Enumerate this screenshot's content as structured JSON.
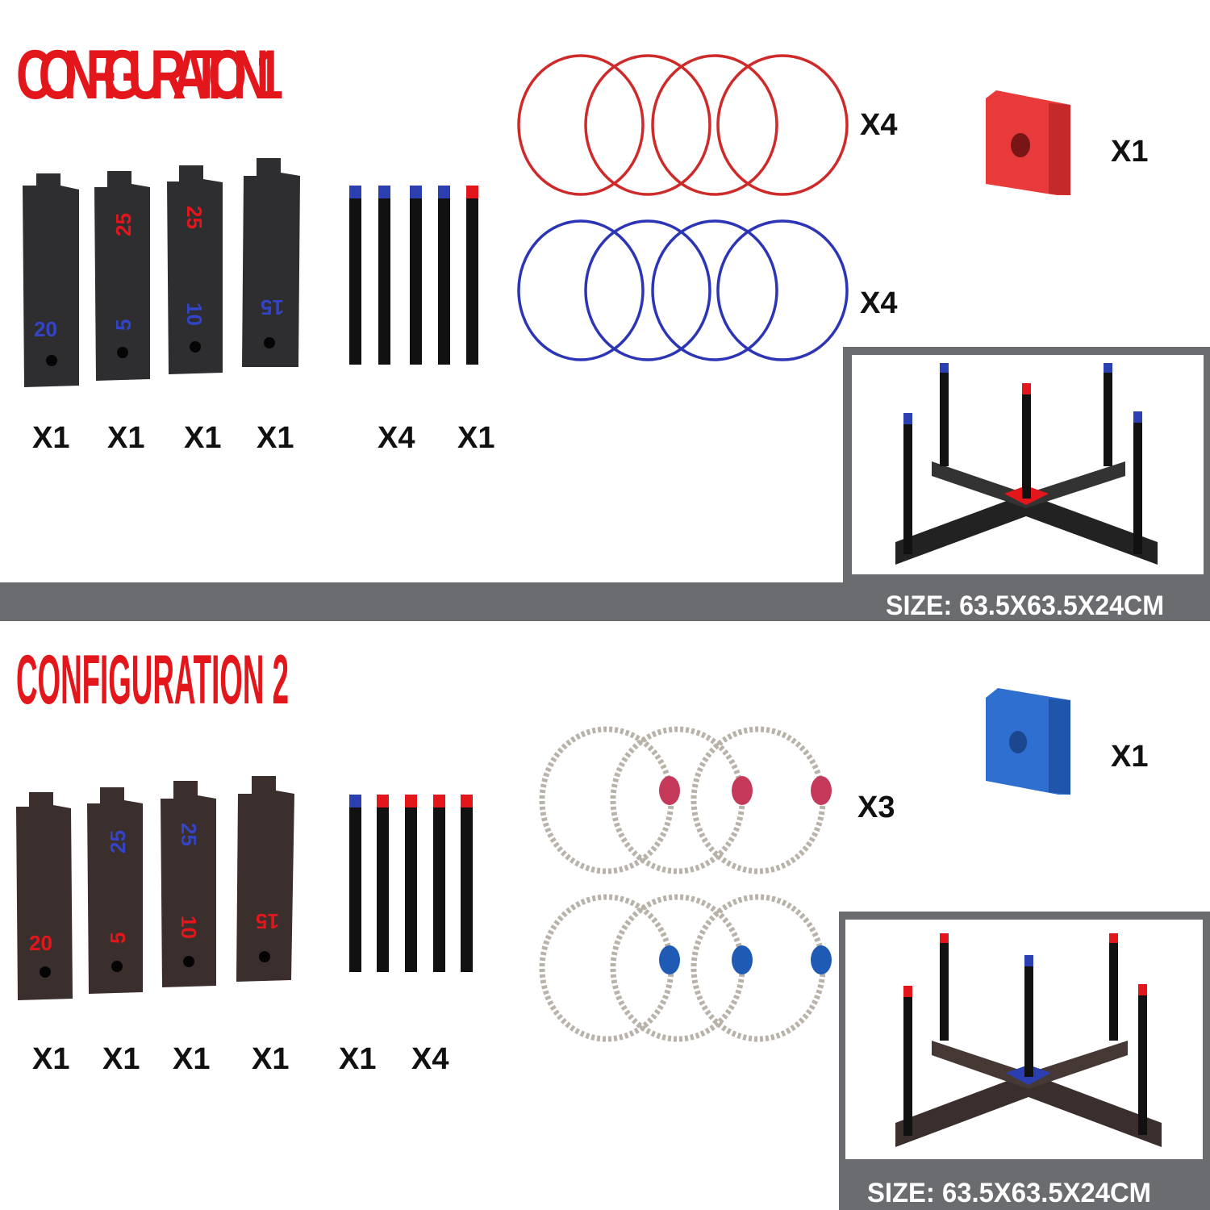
{
  "colors": {
    "red": "#e3161b",
    "blue": "#2b3fb0",
    "band": "#6b6c70",
    "block1": "#2e2e30",
    "block2": "#3b2f2d"
  },
  "config1": {
    "title": "CONFIGURATION 1",
    "blocks": [
      {
        "top": "",
        "bottom": "20"
      },
      {
        "top": "25",
        "bottom": "5"
      },
      {
        "top": "25",
        "bottom": "10"
      },
      {
        "top": "",
        "bottom": "15"
      }
    ],
    "block_qty": [
      "X1",
      "X1",
      "X1",
      "X1"
    ],
    "pole_qty": [
      "X4",
      "X1"
    ],
    "red_rings_qty": "X4",
    "blue_rings_qty": "X4",
    "center_qty": "X1",
    "size": "SIZE: 63.5X63.5X24CM"
  },
  "config2": {
    "title": "CONFIGURATION 2",
    "blocks": [
      {
        "top": "",
        "bottom": "20"
      },
      {
        "top": "25",
        "bottom": "5"
      },
      {
        "top": "25",
        "bottom": "10"
      },
      {
        "top": "",
        "bottom": "15"
      }
    ],
    "block_qty": [
      "X1",
      "X1",
      "X1",
      "X1"
    ],
    "pole_qty": [
      "X1",
      "X4"
    ],
    "rope_rings_qty": "X3",
    "center_qty": "X1",
    "size": "SIZE: 63.5X63.5X24CM"
  }
}
